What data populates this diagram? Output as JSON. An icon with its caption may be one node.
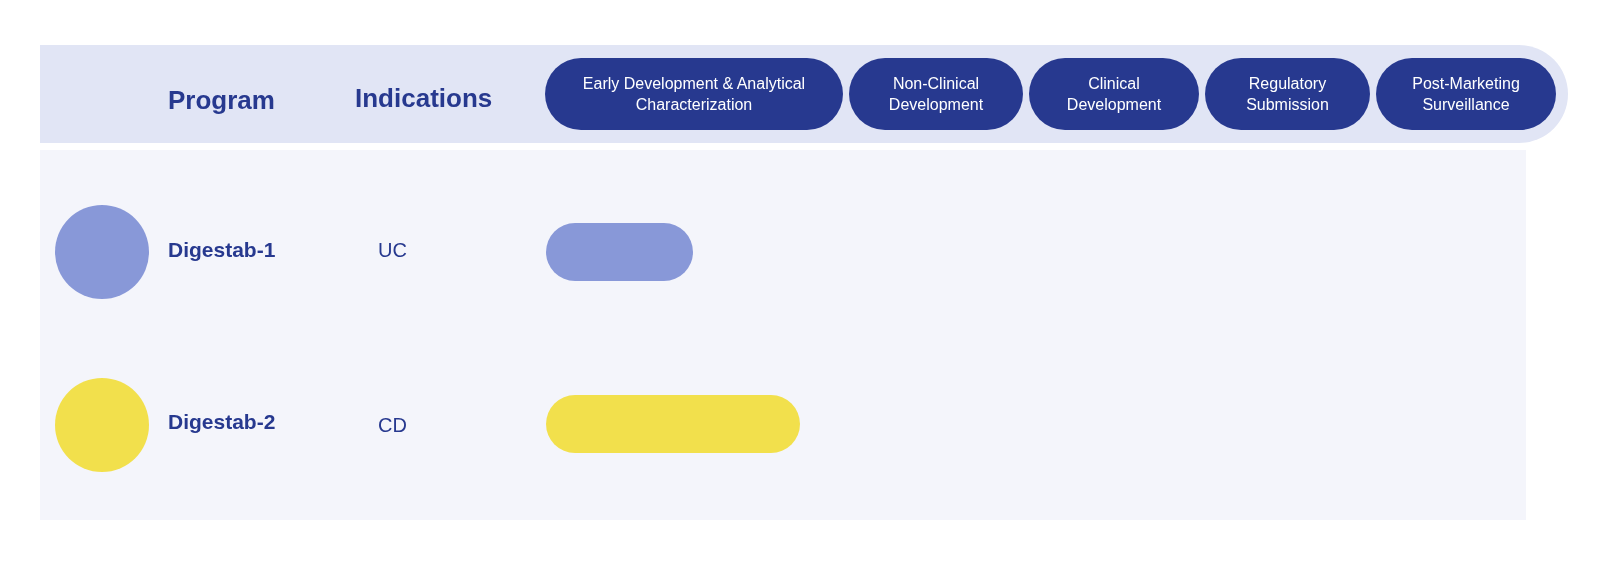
{
  "diagram": {
    "nodes": [
      {
        "text": [
          "Early Development & Analytical Characterization"
        ]
      },
      {
        "text": [
          "Non-Clinical Development"
        ]
      },
      {
        "text": [
          "Clinical Development"
        ]
      },
      {
        "text": [
          "Regulatory Submission"
        ]
      },
      {
        "text": [
          "Post-Marketing Surveillance"
        ]
      },
      {
        "text": [],
        "shape": "circle"
      },
      {
        "text": [],
        "shape": "bar"
      },
      {
        "text": [],
        "shape": "circle"
      },
      {
        "text": [],
        "shape": "bar"
      }
    ],
    "labels": [
      "Program",
      "Indications",
      "Digestab-1",
      "UC",
      "Digestab-2",
      "CD"
    ]
  }
}
